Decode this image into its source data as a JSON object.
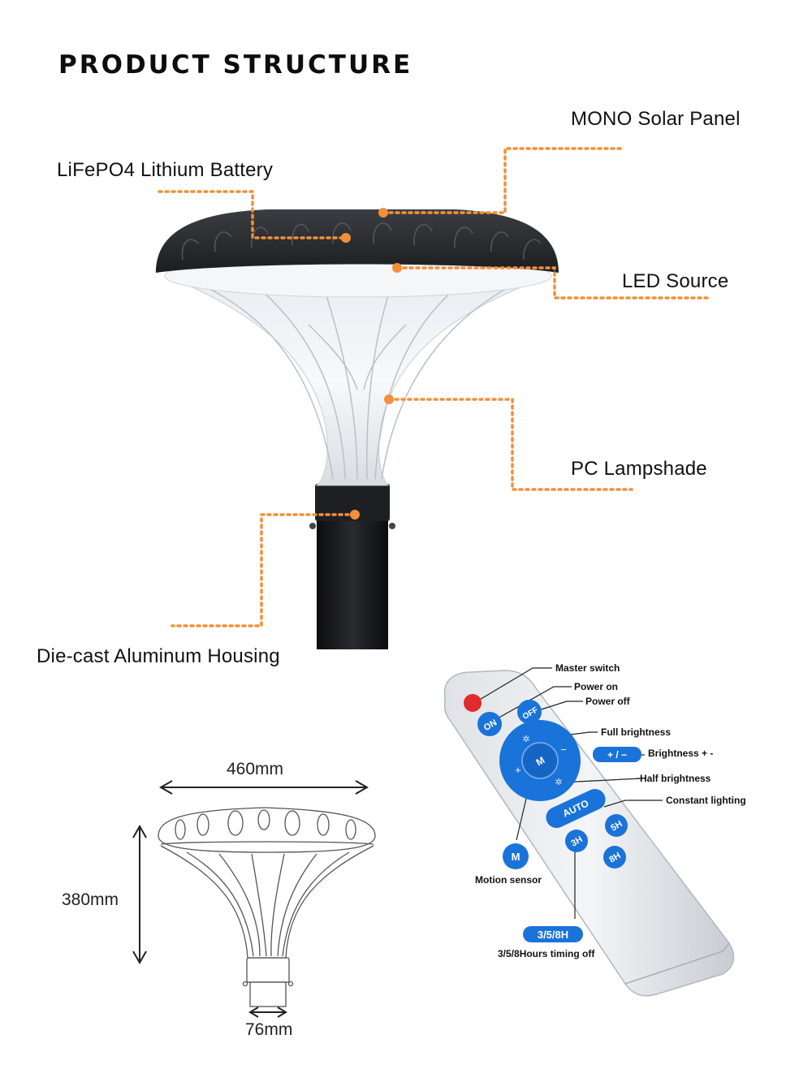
{
  "title": "PRODUCT STRUCTURE",
  "callouts": {
    "solar_panel": "MONO Solar Panel",
    "battery": "LiFePO4 Lithium Battery",
    "led_source": "LED Source",
    "lampshade": "PC Lampshade",
    "housing": "Die-cast Aluminum Housing"
  },
  "dimensions": {
    "width": "460mm",
    "height": "380mm",
    "pole": "76mm"
  },
  "remote": {
    "buttons": {
      "on": "ON",
      "off": "OFF",
      "mode": "M",
      "auto": "AUTO",
      "t3h": "3H",
      "t5h": "5H",
      "t8h": "8H",
      "plus": "+",
      "minus": "−",
      "brightness_badge": "+ / −",
      "motion_badge": "M",
      "timing_badge": "3/5/8H"
    },
    "labels": {
      "master_switch": "Master switch",
      "power_on": "Power on",
      "power_off": "Power off",
      "full_brightness": "Full brightness",
      "brightness": "Brightness + -",
      "half_brightness": "Half brightness",
      "constant_lighting": "Constant lighting",
      "motion_sensor": "Motion sensor",
      "timing_off": "3/5/8Hours timing off"
    }
  },
  "colors": {
    "accent": "#f0913a",
    "remote_blue": "#1a73d9",
    "master_red": "#e22a2a"
  }
}
